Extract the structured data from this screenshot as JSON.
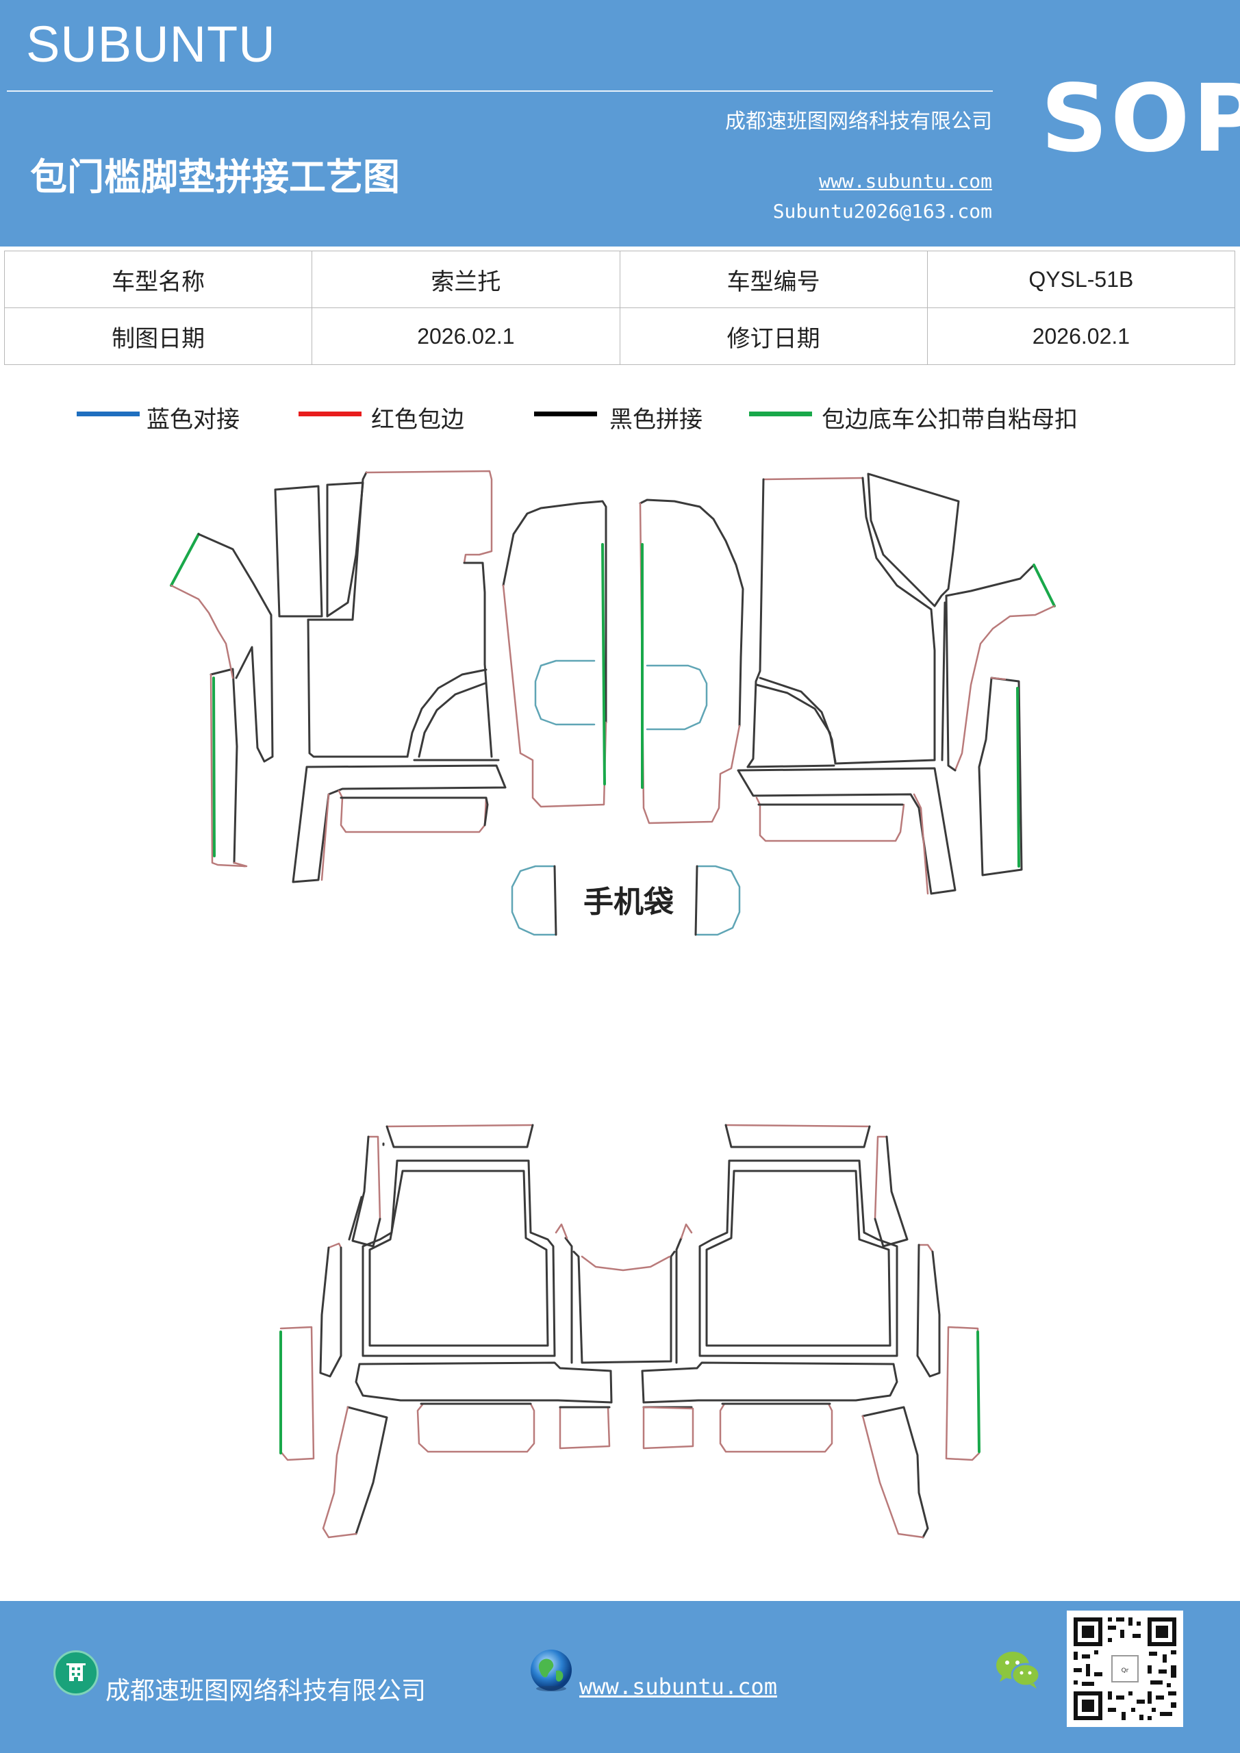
{
  "header": {
    "brand": "SUBUNTU",
    "company": "成都速班图网络科技有限公司",
    "title": "包门槛脚垫拼接工艺图",
    "website": "www.subuntu.com",
    "email": "Subuntu2026@163.com",
    "badge": "SOP"
  },
  "info": {
    "rows": [
      [
        "车型名称",
        "索兰托",
        "车型编号",
        "QYSL-51B"
      ],
      [
        "制图日期",
        "2026.02.1",
        "修订日期",
        "2026.02.1"
      ]
    ]
  },
  "legend": [
    {
      "label": "蓝色对接",
      "color": "#1f6fbf"
    },
    {
      "label": "红色包边",
      "color": "#e81d1d"
    },
    {
      "label": "黑色拼接",
      "color": "#000000"
    },
    {
      "label": "包边底车公扣带自粘母扣",
      "color": "#19a84a"
    }
  ],
  "diagram": {
    "phone_pocket_label": "手机袋",
    "colors": {
      "outline": "#3a3a3a",
      "edge": "#b97a7a",
      "join": "#5fa5b5",
      "fastener": "#19a84a"
    }
  },
  "footer": {
    "company": "成都速班图网络科技有限公司",
    "website": "www.subuntu.com",
    "icons": [
      "building-icon",
      "globe-icon",
      "wechat-icon",
      "qr-code"
    ]
  }
}
